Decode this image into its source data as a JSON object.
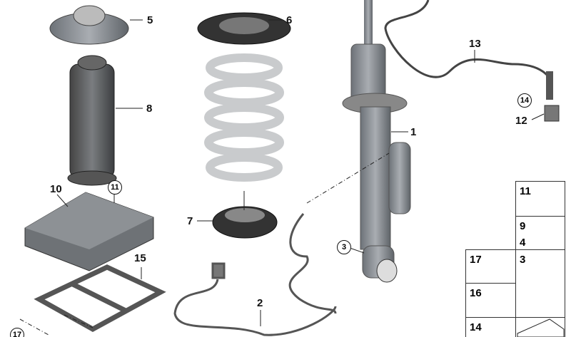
{
  "diagram": {
    "callouts": {
      "c5": "5",
      "c6": "6",
      "c8": "8",
      "c13": "13",
      "c14": "14",
      "c12": "12",
      "c1": "1",
      "c10": "10",
      "c11": "11",
      "c7": "7",
      "c3": "3",
      "c15": "15",
      "c2": "2",
      "c17": "17"
    },
    "hardware_table": {
      "t11": "11",
      "t9": "9",
      "t4": "4",
      "t17": "17",
      "t3": "3",
      "t16": "16",
      "t14": "14"
    }
  }
}
